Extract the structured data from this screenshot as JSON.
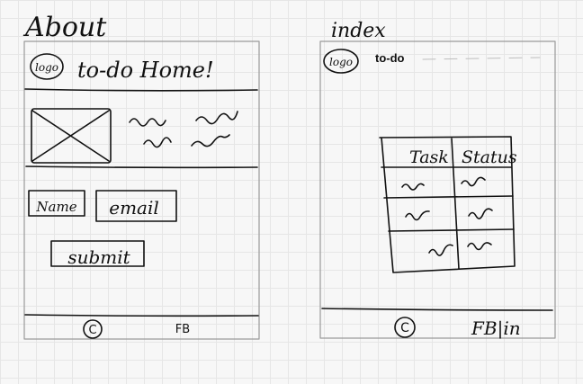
{
  "about": {
    "title": "About",
    "logo": "logo",
    "heading": "to-do Home!",
    "name_button": "Name",
    "email_button": "email",
    "submit_button": "submit",
    "footer_copyright": "C",
    "footer_social": "FB"
  },
  "index": {
    "title": "index",
    "logo": "logo",
    "app_name": "to-do",
    "table_headers": [
      "Task",
      "Status"
    ],
    "table_rows": 3,
    "footer_copyright": "C",
    "footer_social": "FB|in"
  },
  "colors": {
    "ink": "#111111",
    "frame": "#9a9a9a",
    "grid": "#e6e6e6"
  }
}
